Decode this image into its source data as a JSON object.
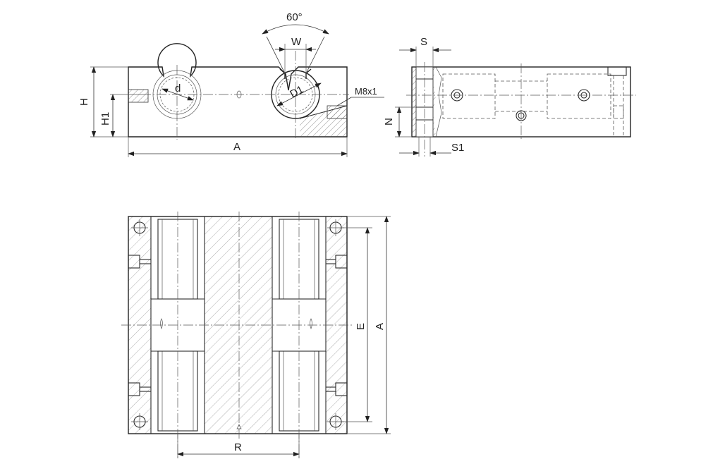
{
  "labels": {
    "angle": "60°",
    "W": "W",
    "H": "H",
    "H1": "H1",
    "d": "d",
    "D1": "D1",
    "thread": "M8x1",
    "A_front": "A",
    "S": "S",
    "N": "N",
    "S1": "S1",
    "E": "E",
    "A_plan": "A",
    "R": "R"
  }
}
